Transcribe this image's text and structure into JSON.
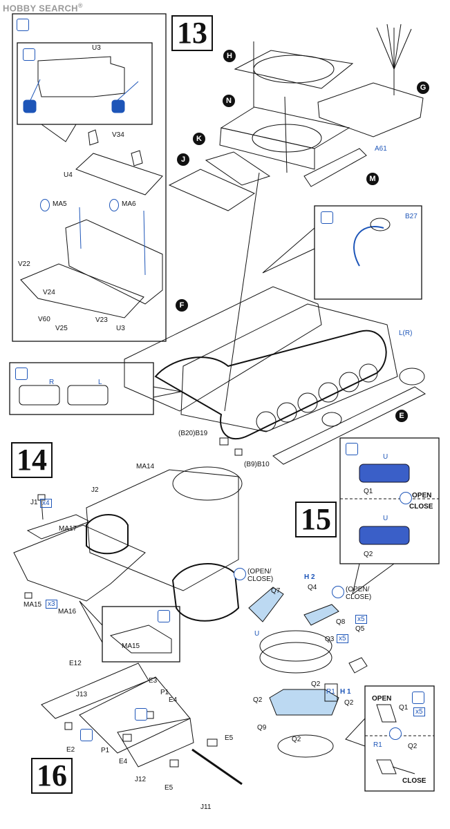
{
  "watermark": "HOBBY SEARCH",
  "steps": {
    "s13": "13",
    "s14": "14",
    "s15": "15",
    "s16": "16"
  },
  "callouts": {
    "H": "H",
    "N": "N",
    "K": "K",
    "J": "J",
    "G": "G",
    "M": "M",
    "F": "F",
    "E": "E"
  },
  "step13": {
    "inset_top": {
      "U3": "U3"
    },
    "parts": {
      "V34": "V34",
      "U4": "U4",
      "MA5": "MA5",
      "MA6": "MA6",
      "V22": "V22",
      "V24": "V24",
      "V60": "V60",
      "V25": "V25",
      "V23": "V23",
      "U3b": "U3"
    },
    "track": {
      "R": "R",
      "L": "L"
    },
    "A61": "A61",
    "B27": "B27",
    "LR": "L(R)",
    "B20B19": "(B20)B19",
    "B9B10": "(B9)B10"
  },
  "step14": {
    "MA14": "MA14",
    "J2": "J2",
    "J1": "J1",
    "x4": "x4",
    "MA17": "MA17",
    "MA15": "MA15",
    "x3": "x3",
    "MA16": "MA16",
    "MA15b": "MA15"
  },
  "step15": {
    "U": "U",
    "Q1": "Q1",
    "open": "OPEN",
    "close": "CLOSE",
    "Ub": "U",
    "Q2": "Q2",
    "openclose1": "(OPEN/\nCLOSE)",
    "Q7": "Q7",
    "Q4": "Q4",
    "openclose2": "(OPEN/\nCLOSE)",
    "H2": "H 2",
    "Q8": "Q8",
    "x5a": "x5",
    "Q5": "Q5",
    "Uc": "U",
    "Q3": "Q3",
    "x5b": "x5",
    "R1": "R1",
    "H1": "H 1",
    "Q2b": "Q2",
    "Q2c": "Q2",
    "Q2d": "Q2",
    "Q9": "Q9",
    "Q2e": "Q2",
    "inset_open": "OPEN",
    "inset_Q1": "Q1",
    "inset_x5": "x5",
    "inset_R1": "R1",
    "inset_Q2": "Q2",
    "inset_close": "CLOSE"
  },
  "step16": {
    "E12": "E12",
    "E3": "E3",
    "J13": "J13",
    "P1": "P1",
    "E4": "E4",
    "E2": "E2",
    "P1b": "P1",
    "E4b": "E4",
    "J12": "J12",
    "E5": "E5",
    "E5b": "E5",
    "J11": "J11"
  }
}
